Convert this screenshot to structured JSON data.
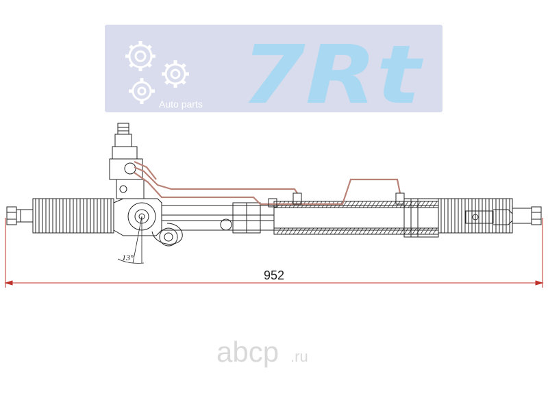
{
  "logo": {
    "brand": "7Rt",
    "tagline": "Auto parts",
    "brand_color": "#a9d8f2",
    "panel_color": "#d9dcec",
    "icon": "gears-icon"
  },
  "drawing": {
    "dimension_total": "952",
    "angle_label": "13°",
    "line_color": "#222222",
    "dimension_color": "#c0302a",
    "tube_color": "#b98277"
  },
  "watermark": {
    "brand": "abcp",
    "suffix": ".ru",
    "color": "#d9d9d9"
  }
}
